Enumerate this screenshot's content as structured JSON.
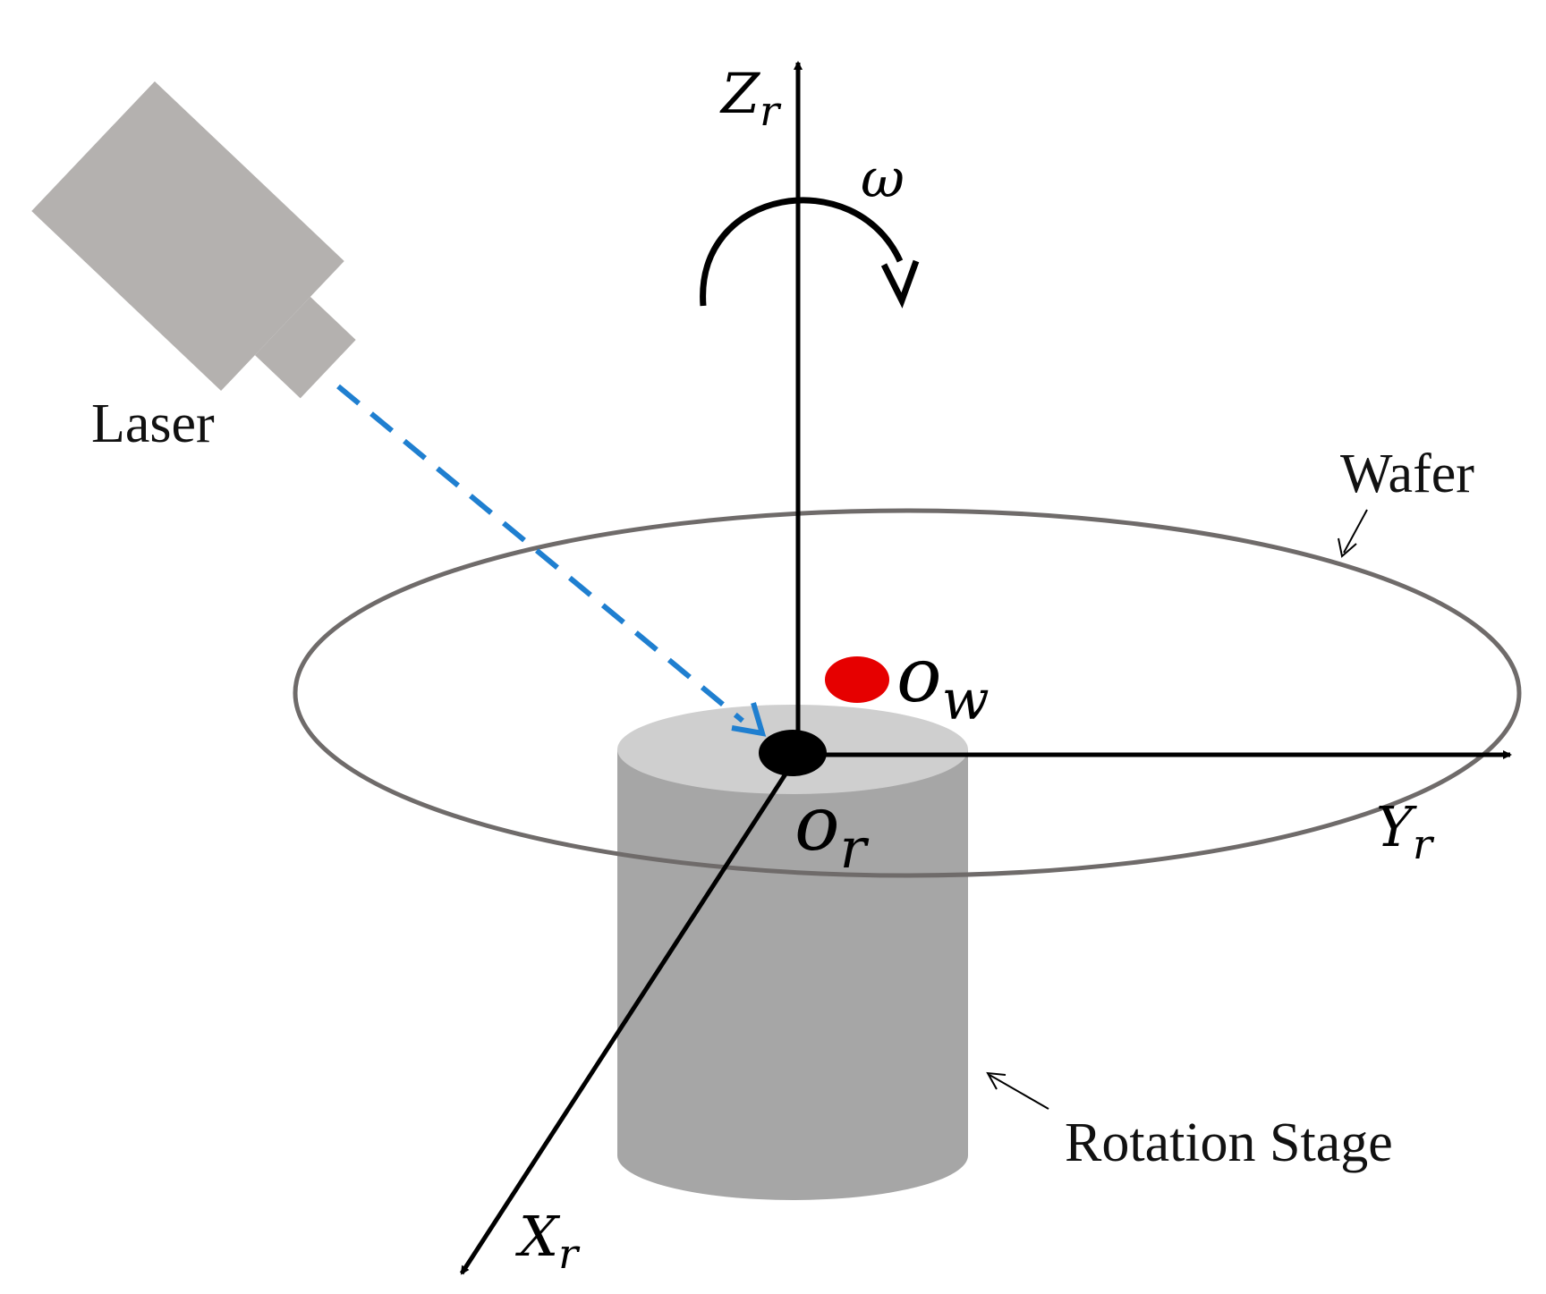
{
  "labels": {
    "laser": "Laser",
    "wafer": "Wafer",
    "rotation_stage": "Rotation Stage",
    "omega": "ω",
    "z_axis": {
      "main": "Z",
      "sub": "r"
    },
    "y_axis": {
      "main": "Y",
      "sub": "r"
    },
    "x_axis": {
      "main": "X",
      "sub": "r"
    },
    "origin_r": {
      "main": "o",
      "sub": "r"
    },
    "origin_w": {
      "main": "o",
      "sub": "w"
    }
  },
  "colors": {
    "laser_body": "#b4b1af",
    "laser_beam": "#1f7fd0",
    "wafer_outline": "#6f6b6a",
    "stage_side": "#a6a6a6",
    "stage_top": "#cfcfcf",
    "origin_w_dot": "#e60000",
    "origin_r_dot": "#000000",
    "axes": "#000000"
  }
}
